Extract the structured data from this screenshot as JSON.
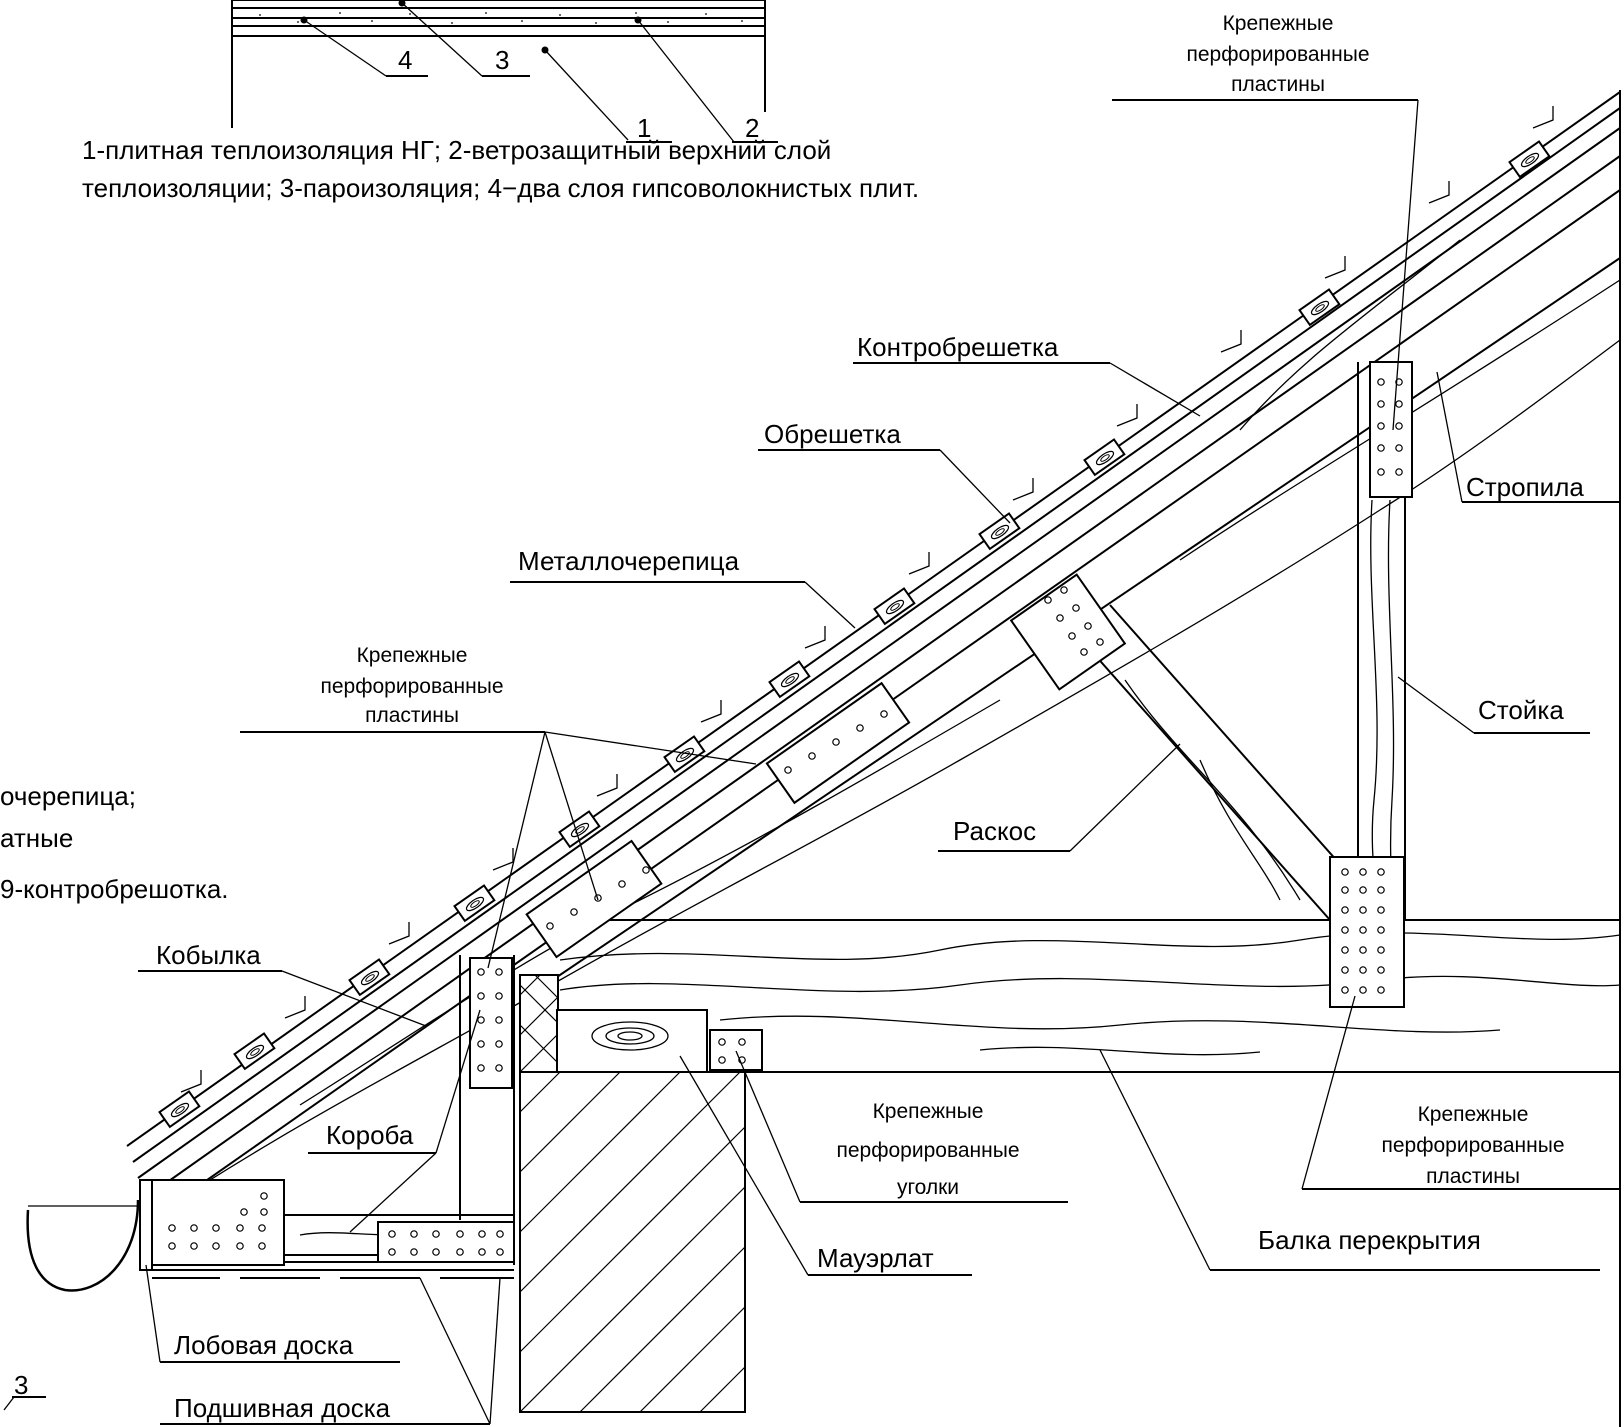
{
  "legend": {
    "line1": "1-плитная теплоизоляция НГ; 2-ветрозащитный верхний слой",
    "line2": "теплоизоляции; 3-пароизоляция; 4−два слоя гипсоволокнистых плит.",
    "left_partial": [
      "очерепица;",
      "атные",
      "9-контробрешотка."
    ],
    "bottom_partial": "3"
  },
  "section_markers": [
    "4",
    "3",
    "1",
    "2"
  ],
  "labels": {
    "plates_top": [
      "Крепежные",
      "перфорированные",
      "пластины"
    ],
    "kontrobreshetka": "Контробрешетка",
    "obreshetka": "Обрешетка",
    "stropila": "Стропила",
    "metallocherepitsa": "Металлочерепица",
    "plates_mid": [
      "Крепежные",
      "перфорированные",
      "пластины"
    ],
    "stoyka": "Стойка",
    "raskos": "Раскос",
    "kobylka": "Кобылка",
    "koroba": "Короба",
    "corners": [
      "Крепежные",
      "перфорированные",
      "уголки"
    ],
    "plates_right": [
      "Крепежные",
      "перфорированные",
      "пластины"
    ],
    "balka": "Балка перекрытия",
    "mauerlat": "Мауэрлат",
    "lobovaya": "Лобовая доска",
    "podshivnaya": "Подшивная доска"
  }
}
